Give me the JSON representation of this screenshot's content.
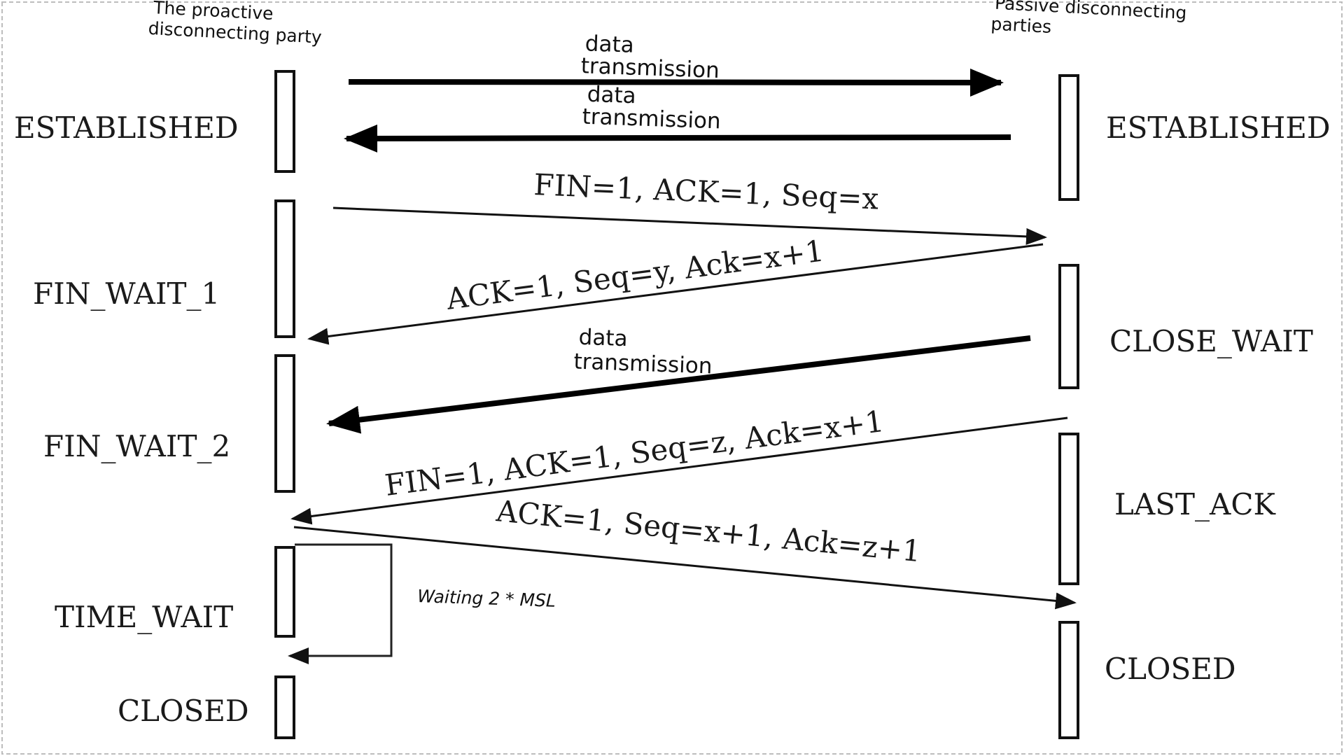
{
  "parties": {
    "left": [
      "The proactive",
      "disconnecting party"
    ],
    "right": [
      "Passive disconnecting",
      "parties"
    ]
  },
  "left_states": [
    "ESTABLISHED",
    "FIN_WAIT_1",
    "FIN_WAIT_2",
    "TIME_WAIT",
    "CLOSED"
  ],
  "right_states": [
    "ESTABLISHED",
    "CLOSE_WAIT",
    "LAST_ACK",
    "CLOSED"
  ],
  "data_label": [
    "data",
    "transmission"
  ],
  "messages": {
    "fin1": "FIN=1, ACK=1, Seq=x",
    "ack1": "ACK=1, Seq=y, Ack=x+1",
    "fin2": "FIN=1, ACK=1, Seq=z, Ack=x+1",
    "ack2": "ACK=1, Seq=x+1, Ack=z+1"
  },
  "wait_label": "Waiting 2 * MSL"
}
